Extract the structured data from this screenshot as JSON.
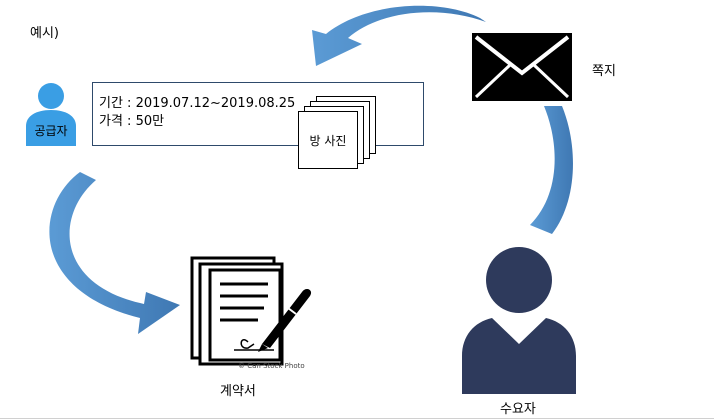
{
  "example_label": "예시)",
  "supplier": {
    "label": "공급자",
    "color": "#3a9ee4"
  },
  "info": {
    "period": "기간 : 2019.07.12~2019.08.25",
    "price": "가격 : 50만"
  },
  "photos": {
    "label": "방 사진",
    "count": 4
  },
  "message": {
    "label": "쪽지"
  },
  "consumer": {
    "label": "수요자",
    "color": "#2e3a5c"
  },
  "contract": {
    "label": "계약서",
    "watermark": "© Can Stock Photo"
  },
  "arrow_color": "#4a88c2"
}
